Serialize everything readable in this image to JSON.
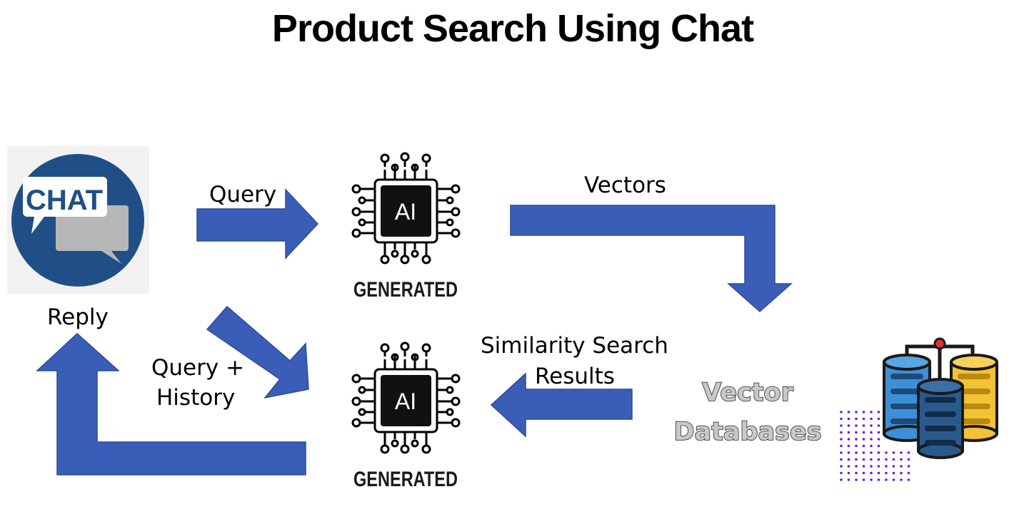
{
  "title": "Product Search Using Chat",
  "chat_icon": {
    "text": "CHAT"
  },
  "ai_chip_top": {
    "chip_text": "AI",
    "caption": "GENERATED"
  },
  "ai_chip_bottom": {
    "chip_text": "AI",
    "caption": "GENERATED"
  },
  "labels": {
    "query": "Query",
    "vectors": "Vectors",
    "reply": "Reply",
    "query_history_line1": "Query +",
    "query_history_line2": "History",
    "similarity_line1": "Similarity Search",
    "similarity_line2": "Results"
  },
  "vector_db": {
    "line1": "Vector",
    "line2": "Databases"
  },
  "colors": {
    "arrow": "#3a5eb8",
    "chat_circle": "#1f4f86",
    "db_blue": "#3d8fd8",
    "db_navy": "#1f4a77",
    "db_yellow": "#f3c237",
    "dots": "#6a1de0"
  }
}
